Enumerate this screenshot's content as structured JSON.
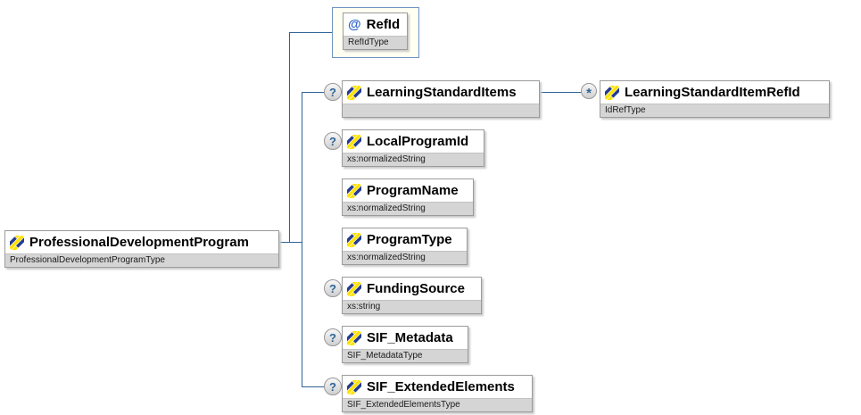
{
  "diagram_title": "ProfessionalDevelopmentProgram schema diagram",
  "colors": {
    "connector": "#2e6496",
    "node_border": "#9b9b9b",
    "subtitle_bar": "#d5d5d5",
    "attribute_box_fill": "#fffff2",
    "attribute_box_border": "#6f93c4",
    "icon_navy": "#243b8f",
    "icon_yellow": "#ffe200",
    "occurrence_glyph_blue": "#2e6496"
  },
  "icons": {
    "element": "element-stripes-icon",
    "attribute_symbol": "@"
  },
  "root": {
    "title": "ProfessionalDevelopmentProgram",
    "subtitle": "ProfessionalDevelopmentProgramType"
  },
  "attribute": {
    "symbol": "@",
    "title": "RefId",
    "subtitle": "RefIdType"
  },
  "children": {
    "learning_standard_items": {
      "occurrence": "?",
      "title": "LearningStandardItems",
      "subtitle": ""
    },
    "local_program_id": {
      "occurrence": "?",
      "title": "LocalProgramId",
      "subtitle": "xs:normalizedString"
    },
    "program_name": {
      "occurrence": "",
      "title": "ProgramName",
      "subtitle": "xs:normalizedString"
    },
    "program_type": {
      "occurrence": "",
      "title": "ProgramType",
      "subtitle": "xs:normalizedString"
    },
    "funding_source": {
      "occurrence": "?",
      "title": "FundingSource",
      "subtitle": "xs:string"
    },
    "sif_metadata": {
      "occurrence": "?",
      "title": "SIF_Metadata",
      "subtitle": "SIF_MetadataType"
    },
    "sif_extended_elements": {
      "occurrence": "?",
      "title": "SIF_ExtendedElements",
      "subtitle": "SIF_ExtendedElementsType"
    }
  },
  "grandchild": {
    "occurrence": "*",
    "title": "LearningStandardItemRefId",
    "subtitle": "IdRefType"
  }
}
